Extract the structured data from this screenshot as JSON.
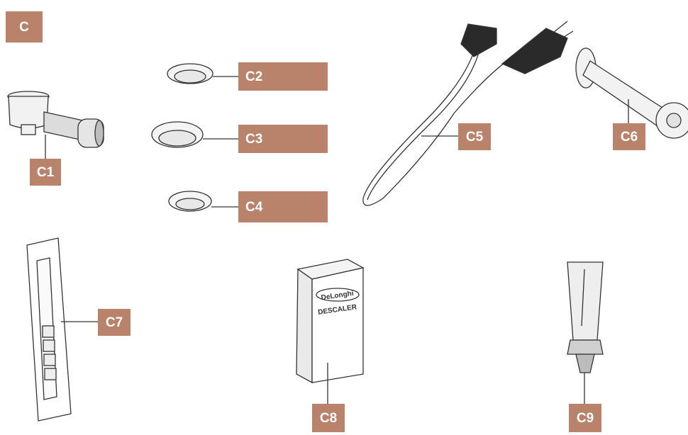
{
  "section_label": "C",
  "parts": {
    "c1": {
      "label": "C1"
    },
    "c2": {
      "label": "C2",
      "icon": "one-scoop-icon"
    },
    "c3": {
      "label": "C3",
      "icon": "two-scoops-icon"
    },
    "c4": {
      "label": "C4",
      "icon": "pod-icon"
    },
    "c5": {
      "label": "C5"
    },
    "c6": {
      "label": "C6"
    },
    "c7": {
      "label": "C7"
    },
    "c8": {
      "label": "C8",
      "box_brand": "DeLonghi",
      "box_text": "DESCALER"
    },
    "c9": {
      "label": "C9"
    }
  },
  "colors": {
    "label_bg": "#b9826a",
    "label_text": "#ffffff",
    "line": "#2a2a2a",
    "icon": "#1a1a1a"
  }
}
